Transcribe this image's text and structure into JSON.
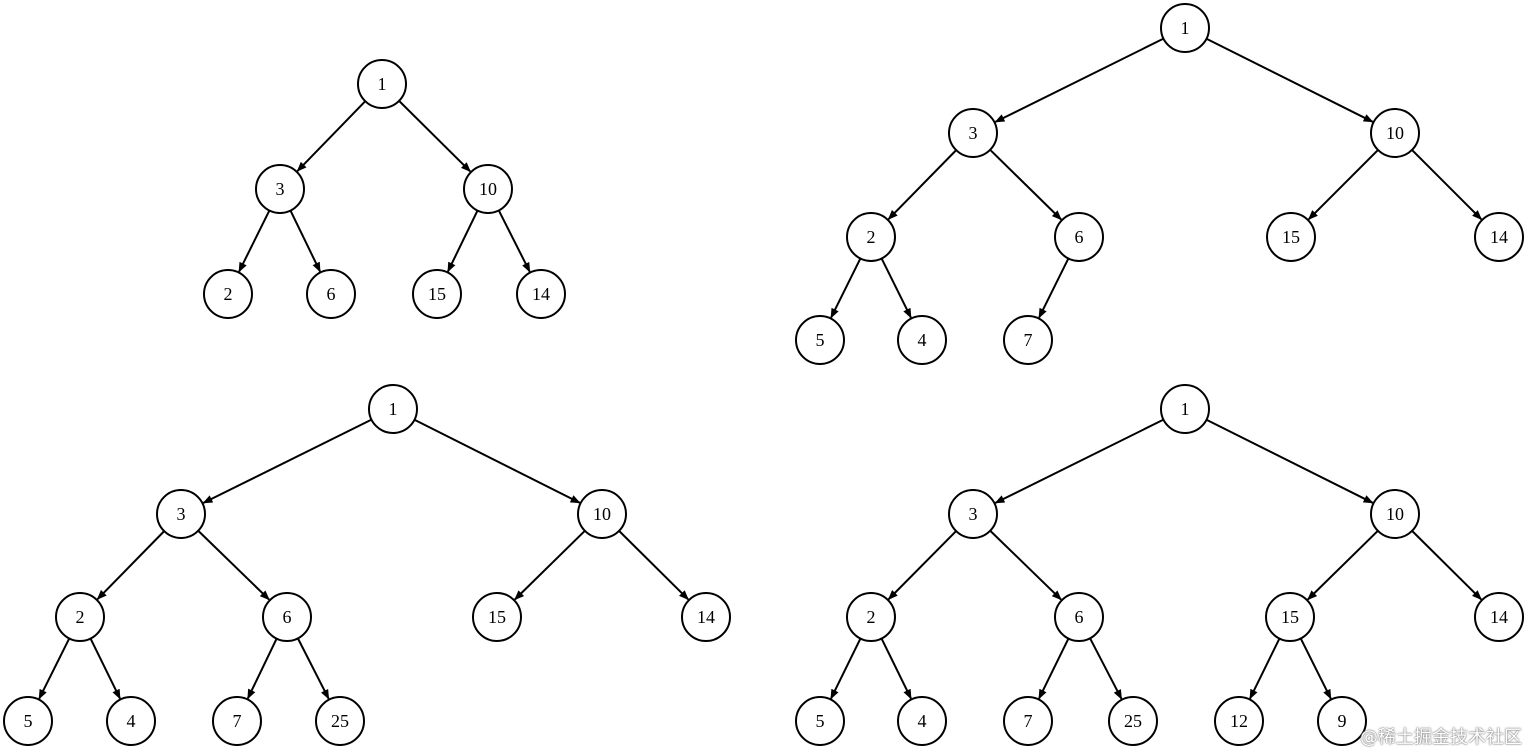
{
  "trees": [
    {
      "nodes": [
        {
          "id": "a1",
          "label": "1"
        },
        {
          "id": "a3",
          "label": "3"
        },
        {
          "id": "a10",
          "label": "10"
        },
        {
          "id": "a2",
          "label": "2"
        },
        {
          "id": "a6",
          "label": "6"
        },
        {
          "id": "a15",
          "label": "15"
        },
        {
          "id": "a14",
          "label": "14"
        }
      ],
      "edges": [
        [
          "a1",
          "a3"
        ],
        [
          "a1",
          "a10"
        ],
        [
          "a3",
          "a2"
        ],
        [
          "a3",
          "a6"
        ],
        [
          "a10",
          "a15"
        ],
        [
          "a10",
          "a14"
        ]
      ]
    },
    {
      "nodes": [
        {
          "id": "b1",
          "label": "1"
        },
        {
          "id": "b3",
          "label": "3"
        },
        {
          "id": "b10",
          "label": "10"
        },
        {
          "id": "b2",
          "label": "2"
        },
        {
          "id": "b6",
          "label": "6"
        },
        {
          "id": "b15",
          "label": "15"
        },
        {
          "id": "b14",
          "label": "14"
        },
        {
          "id": "b5",
          "label": "5"
        },
        {
          "id": "b4",
          "label": "4"
        },
        {
          "id": "b7",
          "label": "7"
        }
      ],
      "edges": [
        [
          "b1",
          "b3"
        ],
        [
          "b1",
          "b10"
        ],
        [
          "b3",
          "b2"
        ],
        [
          "b3",
          "b6"
        ],
        [
          "b10",
          "b15"
        ],
        [
          "b10",
          "b14"
        ],
        [
          "b2",
          "b5"
        ],
        [
          "b2",
          "b4"
        ],
        [
          "b6",
          "b7"
        ]
      ]
    },
    {
      "nodes": [
        {
          "id": "c1",
          "label": "1"
        },
        {
          "id": "c3",
          "label": "3"
        },
        {
          "id": "c10",
          "label": "10"
        },
        {
          "id": "c2",
          "label": "2"
        },
        {
          "id": "c6",
          "label": "6"
        },
        {
          "id": "c15",
          "label": "15"
        },
        {
          "id": "c14",
          "label": "14"
        },
        {
          "id": "c5",
          "label": "5"
        },
        {
          "id": "c4",
          "label": "4"
        },
        {
          "id": "c7",
          "label": "7"
        },
        {
          "id": "c25",
          "label": "25"
        }
      ],
      "edges": [
        [
          "c1",
          "c3"
        ],
        [
          "c1",
          "c10"
        ],
        [
          "c3",
          "c2"
        ],
        [
          "c3",
          "c6"
        ],
        [
          "c10",
          "c15"
        ],
        [
          "c10",
          "c14"
        ],
        [
          "c2",
          "c5"
        ],
        [
          "c2",
          "c4"
        ],
        [
          "c6",
          "c7"
        ],
        [
          "c6",
          "c25"
        ]
      ]
    },
    {
      "nodes": [
        {
          "id": "d1",
          "label": "1"
        },
        {
          "id": "d3",
          "label": "3"
        },
        {
          "id": "d10",
          "label": "10"
        },
        {
          "id": "d2",
          "label": "2"
        },
        {
          "id": "d6",
          "label": "6"
        },
        {
          "id": "d15",
          "label": "15"
        },
        {
          "id": "d14",
          "label": "14"
        },
        {
          "id": "d5",
          "label": "5"
        },
        {
          "id": "d4",
          "label": "4"
        },
        {
          "id": "d7",
          "label": "7"
        },
        {
          "id": "d25",
          "label": "25"
        },
        {
          "id": "d12",
          "label": "12"
        },
        {
          "id": "d9",
          "label": "9"
        }
      ],
      "edges": [
        [
          "d1",
          "d3"
        ],
        [
          "d1",
          "d10"
        ],
        [
          "d3",
          "d2"
        ],
        [
          "d3",
          "d6"
        ],
        [
          "d10",
          "d15"
        ],
        [
          "d10",
          "d14"
        ],
        [
          "d2",
          "d5"
        ],
        [
          "d2",
          "d4"
        ],
        [
          "d6",
          "d7"
        ],
        [
          "d6",
          "d25"
        ],
        [
          "d15",
          "d12"
        ],
        [
          "d15",
          "d9"
        ]
      ]
    }
  ],
  "watermark": "@稀土掘金技术社区"
}
